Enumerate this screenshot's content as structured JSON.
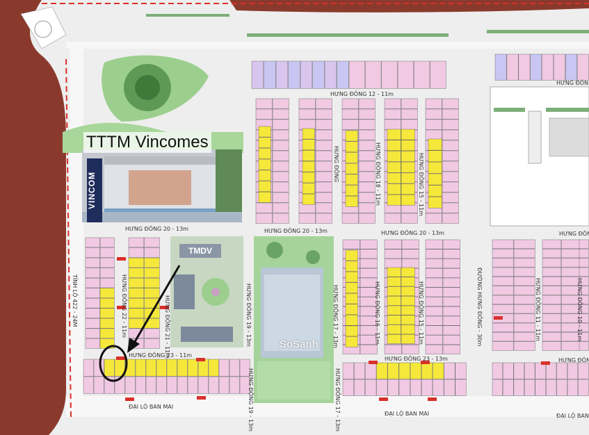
{
  "map": {
    "highlight_label": "TTTM Vincomes",
    "vincom_sign": "VINCOM",
    "tmdv_label": "TMDV",
    "watermark": "SoSanh",
    "roads": {
      "hung_dong_12": "HƯNG ĐÔNG 12 - 11m",
      "hung_dong_20_left": "HƯNG ĐÔNG 20 - 13m",
      "hung_dong_20_mid": "HƯNG ĐÔNG 20 - 13m",
      "hung_dong_20_right": "HƯNG ĐÔNG 20 - 13m",
      "hung_dong_right_top": "HƯNG ĐÔN",
      "hung_dong_right_upper": "HƯNG ĐÔN",
      "hung_dong_23_left": "HƯNG ĐÔNG 23 - 11m",
      "hung_dong_23_mid": "HƯNG ĐÔNG 23 - 13m",
      "hung_dong_right_lower": "HƯNG ĐÔNG",
      "dai_lo_ban_mai_left": "ĐẠI LỘ BAN MAI",
      "dai_lo_ban_mai_mid": "ĐẠI LỘ BAN MAI",
      "dai_lo_ban_mai_right": "ĐẠI LỘ BAN M",
      "tinh_lo": "TỈNH LỘ 422 - 24M",
      "hung_dong_22": "HƯNG ĐÔNG 22 - 11m",
      "hung_dong_21": "HƯNG ĐÔNG 21 - 11m",
      "hung_dong_19": "HƯNG ĐÔNG 19 - 13m",
      "hung_dong_18": "HƯNG ĐÔNG 18 - 11m",
      "hung_dong_15_top": "HƯNG ĐÔNG 15 - 11m",
      "hung_dong_17": "HƯNG ĐÔNG 17 - 13m",
      "hung_dong_16": "HƯNG ĐÔNG 16 - 11m",
      "hung_dong_15_bot": "HƯNG ĐÔNG 15 - 11m",
      "hung_dong_30": "ĐƯỜNG HƯNG ĐÔNG - 30m",
      "hung_dong_11": "HƯNG ĐÔNG 11 - 11m",
      "hung_dong_10": "HƯNG ĐÔNG 10 - 11m",
      "hung_dong_19_bot": "HƯNG ĐÔNG 19 - 13m",
      "hung_dong_17_bot": "HƯNG ĐÔNG 17 - 13m",
      "hung_dong_top_left": "HƯNG ĐÔNG"
    },
    "colors": {
      "lot_pink": "#f1c9e3",
      "lot_yellow": "#f5e83a",
      "lot_blue": "#c9c6f3",
      "road_red": "#d9302a",
      "park_green": "#9ccf8e",
      "terrain": "#8a3a2c",
      "circle": "#111111"
    }
  }
}
